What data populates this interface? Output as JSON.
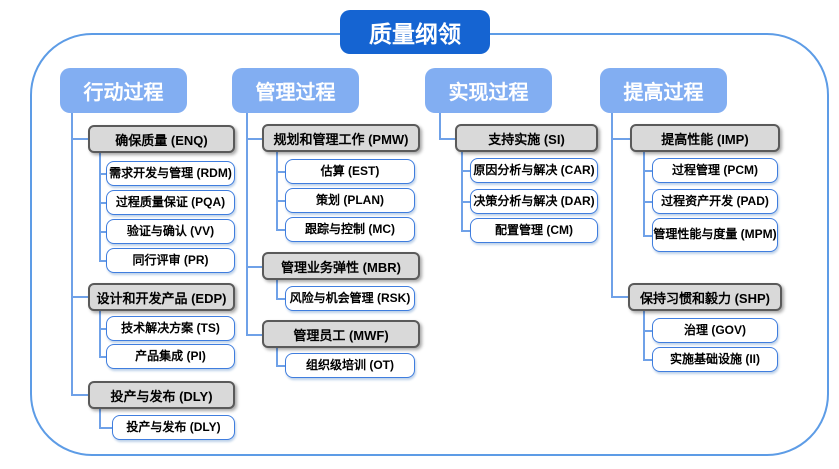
{
  "title": "质量纲领",
  "columns": [
    {
      "header": "行动过程",
      "groups": [
        {
          "label": "确保质量 (ENQ)",
          "children": [
            "需求开发与管理 (RDM)",
            "过程质量保证 (PQA)",
            "验证与确认 (VV)",
            "同行评审 (PR)"
          ]
        },
        {
          "label": "设计和开发产品 (EDP)",
          "children": [
            "技术解决方案 (TS)",
            "产品集成 (PI)"
          ]
        },
        {
          "label": "投产与发布 (DLY)",
          "children": [
            "投产与发布 (DLY)"
          ]
        }
      ]
    },
    {
      "header": "管理过程",
      "groups": [
        {
          "label": "规划和管理工作 (PMW)",
          "children": [
            "估算 (EST)",
            "策划 (PLAN)",
            "跟踪与控制 (MC)"
          ]
        },
        {
          "label": "管理业务弹性 (MBR)",
          "children": [
            "风险与机会管理 (RSK)"
          ]
        },
        {
          "label": "管理员工 (MWF)",
          "children": [
            "组织级培训 (OT)"
          ]
        }
      ]
    },
    {
      "header": "实现过程",
      "groups": [
        {
          "label": "支持实施 (SI)",
          "children": [
            "原因分析与解决 (CAR)",
            "决策分析与解决 (DAR)",
            "配置管理 (CM)"
          ]
        }
      ]
    },
    {
      "header": "提高过程",
      "groups": [
        {
          "label": "提高性能 (IMP)",
          "children": [
            "过程管理 (PCM)",
            "过程资产开发 (PAD)",
            "管理性能与度量 (MPM)"
          ]
        },
        {
          "label": "保持习惯和毅力 (SHP)",
          "children": [
            "治理 (GOV)",
            "实施基础设施 (II)"
          ]
        }
      ]
    }
  ],
  "colors": {
    "title_bg": "#1564D2",
    "header_bg": "#82AEF2",
    "outline": "#5D9CE6",
    "connector": "#6FA1E8",
    "group_bg": "#D9D9D9",
    "group_border": "#5A5A5A",
    "leaf_border": "#3F7DDE"
  }
}
